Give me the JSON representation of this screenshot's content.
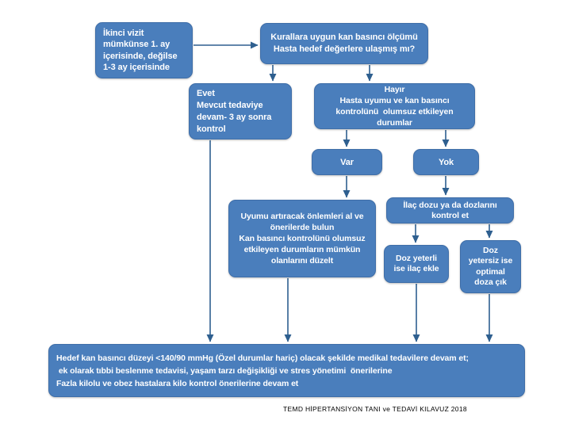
{
  "document": {
    "title": "TEMD Hipertansiyon Takip Algoritmasi",
    "footer_caption": "TEMD HİPERTANSİYON TANI ve TEDAVİ KILAVUZ 2018"
  },
  "theme": {
    "node_fill": "#4a7ebc",
    "node_border": "#3f6ea8",
    "node_text": "#ffffff",
    "connector": "#2e5f8f",
    "background": "#ffffff"
  },
  "chart_data": {
    "type": "diagram",
    "diagram_kind": "flowchart",
    "nodes": [
      {
        "id": "ikinci-vizit",
        "align": "left",
        "lines": [
          "İkinci vizit",
          "mümkünse 1. ay",
          "içerisinde, değilse",
          "1-3 ay içerisinde"
        ]
      },
      {
        "id": "kurallara",
        "align": "center",
        "lines": [
          "Kurallara uygun kan basıncı ölçümü",
          "Hasta hedef değerlere ulaşmış mı?"
        ]
      },
      {
        "id": "evet",
        "align": "left",
        "lines": [
          "Evet",
          "Mevcut tedaviye",
          "devam- 3 ay sonra",
          "kontrol"
        ]
      },
      {
        "id": "hayir",
        "align": "center",
        "lines": [
          "Hayır",
          "Hasta uyumu ve kan basıncı",
          "kontrolünü  olumsuz etkileyen",
          "durumlar"
        ]
      },
      {
        "id": "var",
        "align": "center",
        "lines": [
          "Var"
        ]
      },
      {
        "id": "yok",
        "align": "center",
        "lines": [
          "Yok"
        ]
      },
      {
        "id": "uyumu",
        "align": "center",
        "lines": [
          "Uyumu artıracak önlemleri al ve",
          "önerilerde bulun",
          "Kan basıncı kontrolünü olumsuz",
          "etkileyen durumların mümkün",
          "olanlarını düzelt"
        ]
      },
      {
        "id": "ilac-dozu",
        "align": "center",
        "lines": [
          "İlaç dozu ya da dozlarını",
          "kontrol et"
        ]
      },
      {
        "id": "doz-yeterli",
        "align": "center",
        "lines": [
          "Doz yeterli",
          "ise ilaç ekle"
        ]
      },
      {
        "id": "doz-yetersiz",
        "align": "center",
        "lines": [
          "Doz",
          "yetersiz ise",
          "optimal",
          "doza çık"
        ]
      },
      {
        "id": "hedef",
        "align": "left",
        "lines": [
          "Hedef kan basıncı düzeyi <140/90 mmHg (Özel durumlar hariç) olacak şekilde medikal tedavilere devam et;",
          " ek olarak tıbbi beslenme tedavisi, yaşam tarzı değişikliği ve stres yönetimi  önerilerine",
          "Fazla kilolu ve obez hastalara kilo kontrol önerilerine devam et"
        ]
      }
    ],
    "edges": [
      {
        "from": "ikinci-vizit",
        "to": "kurallara",
        "label": ""
      },
      {
        "from": "kurallara",
        "to": "evet",
        "label": "Evet"
      },
      {
        "from": "kurallara",
        "to": "hayir",
        "label": "Hayır"
      },
      {
        "from": "hayir",
        "to": "var",
        "label": ""
      },
      {
        "from": "hayir",
        "to": "yok",
        "label": ""
      },
      {
        "from": "var",
        "to": "uyumu",
        "label": ""
      },
      {
        "from": "yok",
        "to": "ilac-dozu",
        "label": ""
      },
      {
        "from": "ilac-dozu",
        "to": "doz-yeterli",
        "label": ""
      },
      {
        "from": "ilac-dozu",
        "to": "doz-yetersiz",
        "label": ""
      },
      {
        "from": "evet",
        "to": "hedef",
        "label": ""
      },
      {
        "from": "uyumu",
        "to": "hedef",
        "label": ""
      },
      {
        "from": "doz-yeterli",
        "to": "hedef",
        "label": ""
      },
      {
        "from": "doz-yetersiz",
        "to": "hedef",
        "label": ""
      }
    ]
  }
}
